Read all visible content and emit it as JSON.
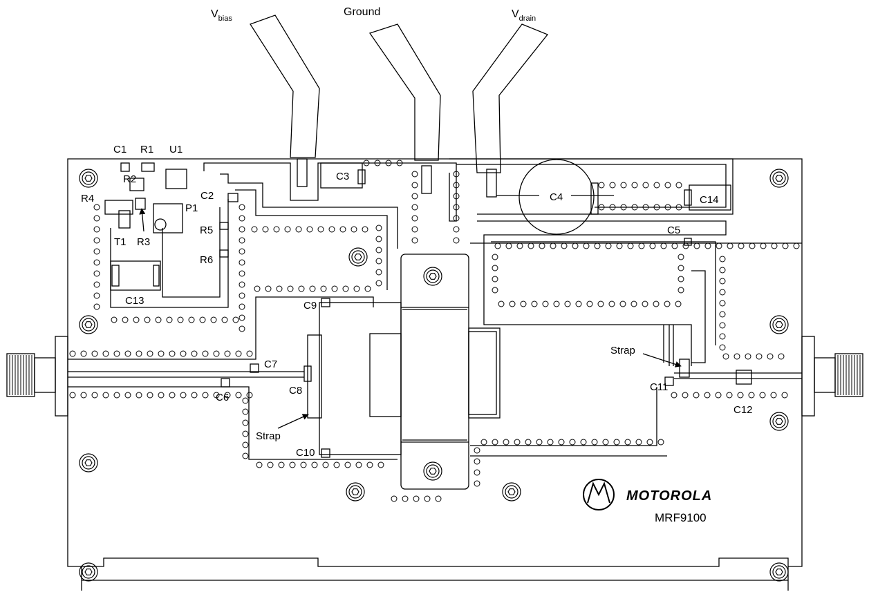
{
  "terminals": {
    "vbias": {
      "main": "V",
      "sub": "bias"
    },
    "ground": "Ground",
    "vdrain": {
      "main": "V",
      "sub": "drain"
    }
  },
  "components": {
    "c1": "C1",
    "r1": "R1",
    "u1": "U1",
    "r2": "R2",
    "r4": "R4",
    "c2": "C2",
    "p1": "P1",
    "t1": "T1",
    "r3": "R3",
    "r5": "R5",
    "r6": "R6",
    "c13": "C13",
    "c3": "C3",
    "c4": "C4",
    "c14": "C14",
    "c5": "C5",
    "c9": "C9",
    "c7": "C7",
    "c8": "C8",
    "c6": "C6",
    "c10": "C10",
    "c11": "C11",
    "c12": "C12"
  },
  "straps": {
    "left": "Strap",
    "right": "Strap"
  },
  "logo": {
    "brand": "MOTOROLA",
    "model": "MRF9100"
  },
  "colors": {
    "line": "#000000",
    "background": "#ffffff"
  }
}
